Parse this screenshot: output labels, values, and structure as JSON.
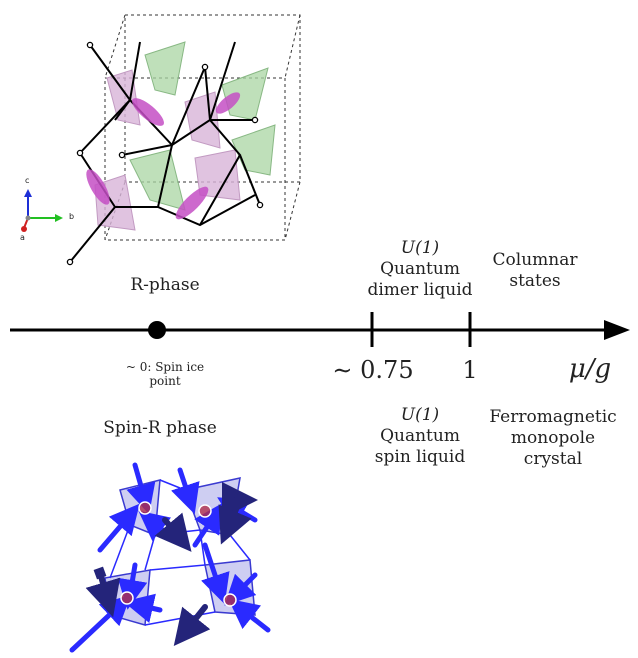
{
  "r_phase": {
    "title": "R-phase",
    "axes": {
      "c": "c",
      "b": "b",
      "a": "a"
    }
  },
  "axis": {
    "start_label": "~ 0: Spin ice point",
    "tick_0_75_label": "∼ 0.75",
    "tick_1_label": "1",
    "end_label": "μ/g"
  },
  "above_axis": {
    "dimer": {
      "u1": "U(1)",
      "line1": "Quantum",
      "line2": "dimer liquid"
    },
    "columnar": {
      "line1": "Columnar",
      "line2": "states"
    }
  },
  "below_axis": {
    "spin_liquid": {
      "u1": "U(1)",
      "line1": "Quantum",
      "line2": "spin liquid"
    },
    "ferro": {
      "line1": "Ferromagnetic",
      "line2": "monopole",
      "line3": "crystal"
    }
  },
  "spin_r_phase": {
    "title": "Spin-R phase"
  },
  "colors": {
    "line": "#000000",
    "tetra_green": "#a9d6a3",
    "tetra_pink": "#d8b4d8",
    "dimer_magenta": "#c44fc4",
    "spin_blue": "#2a2aff",
    "spin_navy": "#24247a",
    "site_red": "#b0304a"
  }
}
